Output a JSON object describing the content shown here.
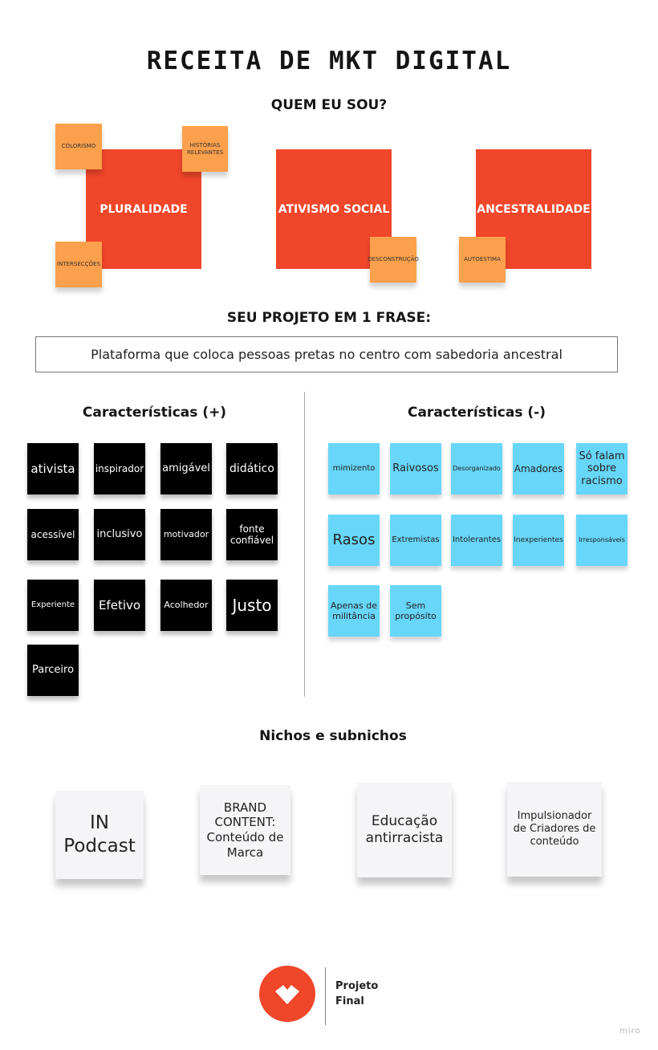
{
  "title": "RECEITA DE MKT DIGITAL",
  "who": {
    "heading": "QUEM EU SOU?",
    "pillars": [
      {
        "label": "PLURALIDADE"
      },
      {
        "label": "ATIVISMO SOCIAL"
      },
      {
        "label": "ANCESTRALIDADE"
      }
    ],
    "notes": [
      "COLORISMO",
      "HISTÓRIAS RELEVANTES",
      "INTERSECÇÕES",
      "DESCONSTRUÇÃO",
      "AUTOESTIMA"
    ]
  },
  "project": {
    "heading": "SEU PROJETO EM 1 FRASE:",
    "phrase": "Plataforma que coloca pessoas pretas no centro com sabedoria ancestral"
  },
  "positive": {
    "heading": "Características (+)",
    "items": [
      "ativista",
      "inspirador",
      "amigável",
      "didático",
      "acessível",
      "inclusivo",
      "motivador",
      "fonte confiável",
      "Experiente",
      "Efetivo",
      "Acolhedor",
      "Justo",
      "Parceiro"
    ]
  },
  "negative": {
    "heading": "Características (-)",
    "items": [
      "mimizento",
      "Raivosos",
      "Desorganizado",
      "Amadores",
      "Só falam sobre racismo",
      "Rasos",
      "Extremistas",
      "Intolerantes",
      "Inexperientes",
      "Irresponsáveis",
      "Apenas de militância",
      "Sem propósito"
    ]
  },
  "niches": {
    "heading": "Nichos e subnichos",
    "items": [
      "IN Podcast",
      "BRAND CONTENT: Conteúdo de Marca",
      "Educação antirracista",
      "Impulsionador de Criadores de conteúdo"
    ]
  },
  "footer": {
    "label_line1": "Projeto",
    "label_line2": "Final",
    "watermark": "miro"
  },
  "colors": {
    "red": "#f0462a",
    "orange": "#fba04c",
    "blue": "#67d6f8",
    "black": "#000000"
  }
}
